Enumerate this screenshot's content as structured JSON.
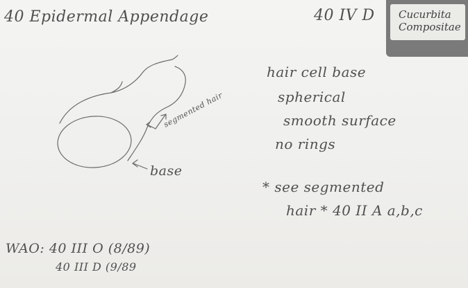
{
  "card": {
    "title": "40 Epidermal Appendage",
    "specimen_code": "40 IV D",
    "tag": {
      "line1": "Cucurbita",
      "line2": "Compositae"
    },
    "notes": [
      "hair cell base",
      "spherical",
      "smooth surface",
      "no rings",
      "* see segmented",
      "hair * 40 II A a,b,c"
    ],
    "footer": {
      "line1": "WAO: 40 III O (8/89)",
      "line2": "40 III D (9/89"
    },
    "drawing_labels": {
      "segmented_hair": "segmented hair",
      "base": "base"
    }
  },
  "colors": {
    "paper": "#f1f1ef",
    "ink": "#505050",
    "tag_border": "#7a7a7a"
  }
}
